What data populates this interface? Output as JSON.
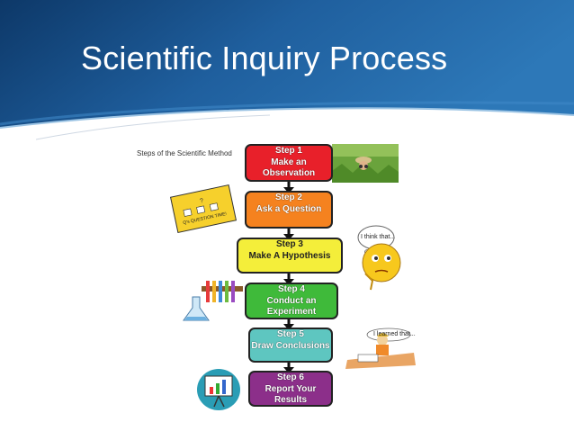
{
  "slide": {
    "title": "Scientific Inquiry Process"
  },
  "diagram": {
    "caption": "Steps of the Scientific Method",
    "steps": [
      {
        "number": "Step 1",
        "label": "Make an Observation",
        "color": "#e8202a"
      },
      {
        "number": "Step 2",
        "label": "Ask a Question",
        "color": "#f5821f"
      },
      {
        "number": "Step 3",
        "label": "Make A Hypothesis",
        "color": "#f4ee3a"
      },
      {
        "number": "Step 4",
        "label": "Conduct an Experiment",
        "color": "#3fba3a"
      },
      {
        "number": "Step 5",
        "label": "Draw Conclusions",
        "color": "#5ec6c0"
      },
      {
        "number": "Step 6",
        "label": "Report Your Results",
        "color": "#8c2f8a"
      }
    ],
    "question_card_text": "Q's QUESTION TIME!",
    "think_bubble": "I think that...",
    "learned_bubble": "I learned that..."
  },
  "colors": {
    "header_blue": "#1f5f9e",
    "header_dark": "#0d3868"
  }
}
